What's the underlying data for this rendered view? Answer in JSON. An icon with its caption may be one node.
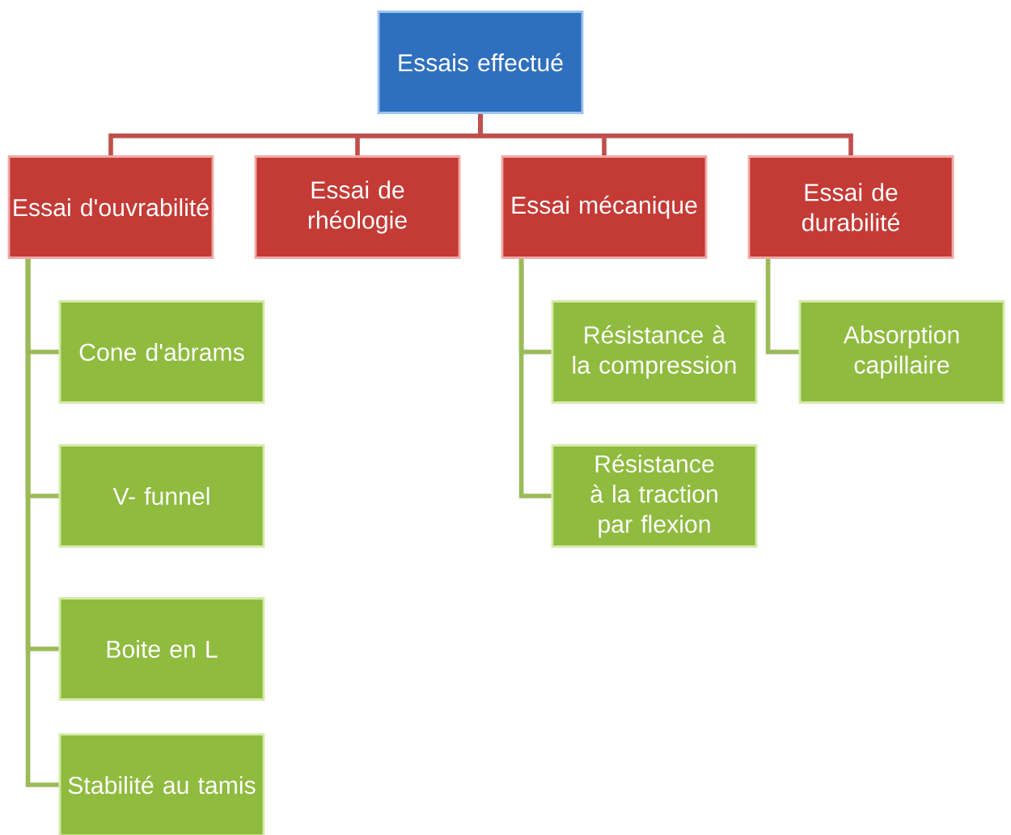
{
  "diagram": {
    "nodes": [
      {
        "text": [
          "Essais effectué"
        ]
      },
      {
        "text": [
          "Essai d'ouvrabilité"
        ]
      },
      {
        "text": [
          "Essai de rhéologie"
        ]
      },
      {
        "text": [
          "Essai mécanique"
        ]
      },
      {
        "text": [
          "Essai de durabilité"
        ]
      },
      {
        "text": [
          "Cone d'abrams"
        ]
      },
      {
        "text": [
          "V- funnel"
        ]
      },
      {
        "text": [
          "Boite en L"
        ]
      },
      {
        "text": [
          "Stabilité au tamis"
        ]
      },
      {
        "text": [
          "Résistance à la compression"
        ]
      },
      {
        "text": [
          "Résistance à la traction par flexion"
        ]
      },
      {
        "text": [
          "Absorption capillaire"
        ]
      }
    ],
    "edges": [
      {
        "from": 0,
        "to": 1,
        "arrow": "none",
        "color": "#c0504d"
      },
      {
        "from": 0,
        "to": 2,
        "arrow": "none",
        "color": "#c0504d"
      },
      {
        "from": 0,
        "to": 3,
        "arrow": "none",
        "color": "#c0504d"
      },
      {
        "from": 0,
        "to": 4,
        "arrow": "none",
        "color": "#c0504d"
      },
      {
        "from": 1,
        "to": 5,
        "arrow": "none"
      },
      {
        "from": 1,
        "to": 6,
        "arrow": "none"
      },
      {
        "from": 1,
        "to": 7,
        "arrow": "none"
      },
      {
        "from": 1,
        "to": 8,
        "arrow": "none"
      },
      {
        "from": 3,
        "to": 9,
        "arrow": "none"
      },
      {
        "from": 3,
        "to": 10,
        "arrow": "none"
      },
      {
        "from": 4,
        "to": 11,
        "arrow": "none"
      }
    ]
  }
}
